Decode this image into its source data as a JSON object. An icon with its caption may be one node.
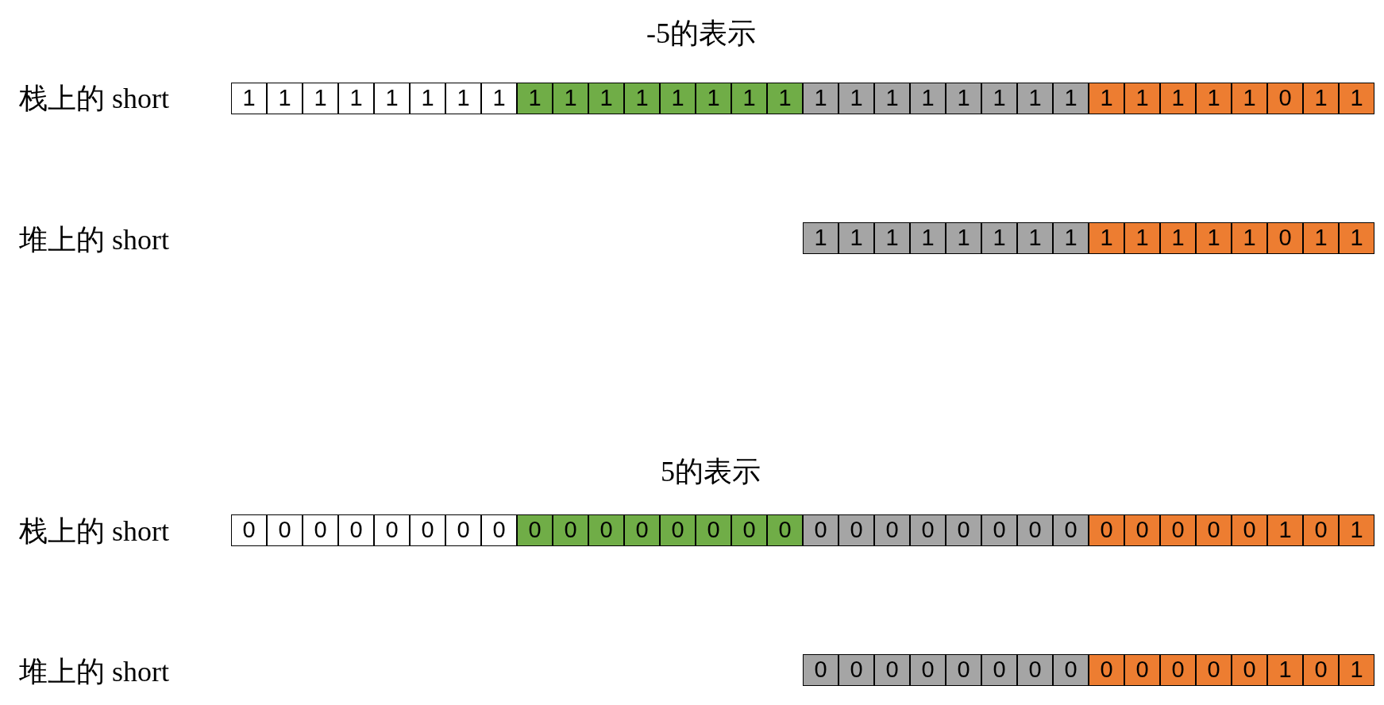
{
  "diagram": {
    "labels": [
      "-5的表示",
      "栈上的 short",
      "堆上的 short",
      "5的表示",
      "栈上的 short",
      "堆上的 short"
    ],
    "nodes": [
      {
        "text": [
          "1"
        ]
      },
      {
        "text": [
          "1"
        ]
      },
      {
        "text": [
          "1"
        ]
      },
      {
        "text": [
          "1"
        ]
      },
      {
        "text": [
          "1"
        ]
      },
      {
        "text": [
          "1"
        ]
      },
      {
        "text": [
          "1"
        ]
      },
      {
        "text": [
          "1"
        ]
      },
      {
        "text": [
          "1"
        ]
      },
      {
        "text": [
          "1"
        ]
      },
      {
        "text": [
          "1"
        ]
      },
      {
        "text": [
          "1"
        ]
      },
      {
        "text": [
          "1"
        ]
      },
      {
        "text": [
          "1"
        ]
      },
      {
        "text": [
          "1"
        ]
      },
      {
        "text": [
          "1"
        ]
      },
      {
        "text": [
          "1"
        ]
      },
      {
        "text": [
          "1"
        ]
      },
      {
        "text": [
          "1"
        ]
      },
      {
        "text": [
          "1"
        ]
      },
      {
        "text": [
          "1"
        ]
      },
      {
        "text": [
          "1"
        ]
      },
      {
        "text": [
          "1"
        ]
      },
      {
        "text": [
          "1"
        ]
      },
      {
        "text": [
          "1"
        ]
      },
      {
        "text": [
          "1"
        ]
      },
      {
        "text": [
          "1"
        ]
      },
      {
        "text": [
          "1"
        ]
      },
      {
        "text": [
          "1"
        ]
      },
      {
        "text": [
          "0"
        ]
      },
      {
        "text": [
          "1"
        ]
      },
      {
        "text": [
          "1"
        ]
      },
      {
        "text": [
          "1"
        ]
      },
      {
        "text": [
          "1"
        ]
      },
      {
        "text": [
          "1"
        ]
      },
      {
        "text": [
          "1"
        ]
      },
      {
        "text": [
          "1"
        ]
      },
      {
        "text": [
          "1"
        ]
      },
      {
        "text": [
          "1"
        ]
      },
      {
        "text": [
          "1"
        ]
      },
      {
        "text": [
          "1"
        ]
      },
      {
        "text": [
          "1"
        ]
      },
      {
        "text": [
          "1"
        ]
      },
      {
        "text": [
          "1"
        ]
      },
      {
        "text": [
          "1"
        ]
      },
      {
        "text": [
          "0"
        ]
      },
      {
        "text": [
          "1"
        ]
      },
      {
        "text": [
          "1"
        ]
      },
      {
        "text": [
          "0"
        ]
      },
      {
        "text": [
          "0"
        ]
      },
      {
        "text": [
          "0"
        ]
      },
      {
        "text": [
          "0"
        ]
      },
      {
        "text": [
          "0"
        ]
      },
      {
        "text": [
          "0"
        ]
      },
      {
        "text": [
          "0"
        ]
      },
      {
        "text": [
          "0"
        ]
      },
      {
        "text": [
          "0"
        ]
      },
      {
        "text": [
          "0"
        ]
      },
      {
        "text": [
          "0"
        ]
      },
      {
        "text": [
          "0"
        ]
      },
      {
        "text": [
          "0"
        ]
      },
      {
        "text": [
          "0"
        ]
      },
      {
        "text": [
          "0"
        ]
      },
      {
        "text": [
          "0"
        ]
      },
      {
        "text": [
          "0"
        ]
      },
      {
        "text": [
          "0"
        ]
      },
      {
        "text": [
          "0"
        ]
      },
      {
        "text": [
          "0"
        ]
      },
      {
        "text": [
          "0"
        ]
      },
      {
        "text": [
          "0"
        ]
      },
      {
        "text": [
          "0"
        ]
      },
      {
        "text": [
          "0"
        ]
      },
      {
        "text": [
          "0"
        ]
      },
      {
        "text": [
          "0"
        ]
      },
      {
        "text": [
          "0"
        ]
      },
      {
        "text": [
          "0"
        ]
      },
      {
        "text": [
          "0"
        ]
      },
      {
        "text": [
          "1"
        ]
      },
      {
        "text": [
          "0"
        ]
      },
      {
        "text": [
          "1"
        ]
      },
      {
        "text": [
          "0"
        ]
      },
      {
        "text": [
          "0"
        ]
      },
      {
        "text": [
          "0"
        ]
      },
      {
        "text": [
          "0"
        ]
      },
      {
        "text": [
          "0"
        ]
      },
      {
        "text": [
          "0"
        ]
      },
      {
        "text": [
          "0"
        ]
      },
      {
        "text": [
          "0"
        ]
      },
      {
        "text": [
          "0"
        ]
      },
      {
        "text": [
          "0"
        ]
      },
      {
        "text": [
          "0"
        ]
      },
      {
        "text": [
          "0"
        ]
      },
      {
        "text": [
          "0"
        ]
      },
      {
        "text": [
          "1"
        ]
      },
      {
        "text": [
          "0"
        ]
      },
      {
        "text": [
          "1"
        ]
      }
    ]
  }
}
